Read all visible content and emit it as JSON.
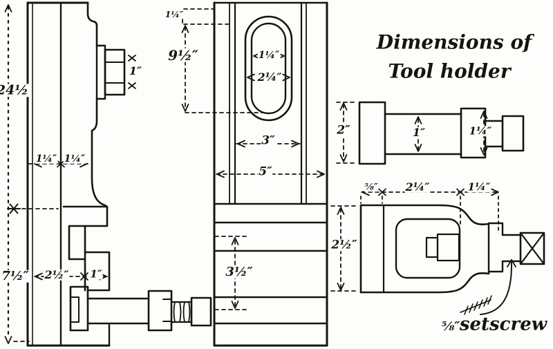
{
  "title": {
    "line1": "Dimensions of",
    "line2": "Tool holder"
  },
  "views": {
    "side_elevation": {
      "dims": {
        "overall_height": "24½",
        "bolt_head_width": "1″",
        "upper_width_a": "1¼″",
        "upper_width_b": "1¼″",
        "lower_height": "7½″",
        "slide_depth": "2½″",
        "tongue_width": "1″"
      }
    },
    "front_elevation": {
      "dims": {
        "slot_top_offset": "1¼″",
        "slot_length": "9½″",
        "slot_inner_width": "1¼″",
        "slot_outer_width": "2¼″",
        "face_width": "3″",
        "overall_width": "5″",
        "block_height": "3½″"
      }
    },
    "tool_holder_top": {
      "dims": {
        "end_height": "2″",
        "shank_height": "1″",
        "collar_height": "1¼″"
      }
    },
    "tool_holder_side": {
      "dims": {
        "lip_width": "⅝″",
        "body_length": "2¼″",
        "nose_length": "1¼″",
        "body_height": "2½″"
      },
      "setscrew_note": {
        "size": "⅝″",
        "text": "setscrew"
      }
    }
  }
}
